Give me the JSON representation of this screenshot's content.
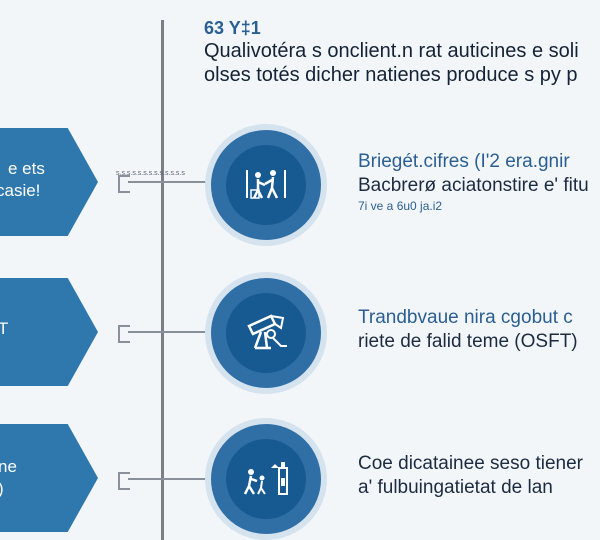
{
  "header": {
    "number": "63 Y‡1",
    "line1": "Qualivotéra s onclient.n rat auticines e soli",
    "line2": "olses totés dicher natienes produce s py p"
  },
  "rows": [
    {
      "chevron": [
        "e ets",
        "casie!"
      ],
      "connector_label": "s.s.s.s.s.s.s.s.s.s.s.s.s",
      "icon": "people-working-icon",
      "lines": [
        "Briegét.cifres (I'2 era.gnir",
        "Bacbrerø aciatonstire e' fitu",
        "7i ve a 6u0 ja.i2"
      ]
    },
    {
      "chevron": [
        "T"
      ],
      "icon": "telescope-machine-icon",
      "lines": [
        "Trandbvaue  nira  cgobut c",
        "riete de falid teme (OSFT)"
      ]
    },
    {
      "chevron": [
        "ne",
        ")"
      ],
      "icon": "family-bottle-icon",
      "lines": [
        "Coe dicatainee seso tiener",
        "a' fulbuingatietat de lan"
      ]
    }
  ],
  "colors": {
    "chevron": "#2f78ad",
    "ring": "#2f6fa6",
    "disc": "#175a92",
    "accent_text": "#2a5f93"
  }
}
